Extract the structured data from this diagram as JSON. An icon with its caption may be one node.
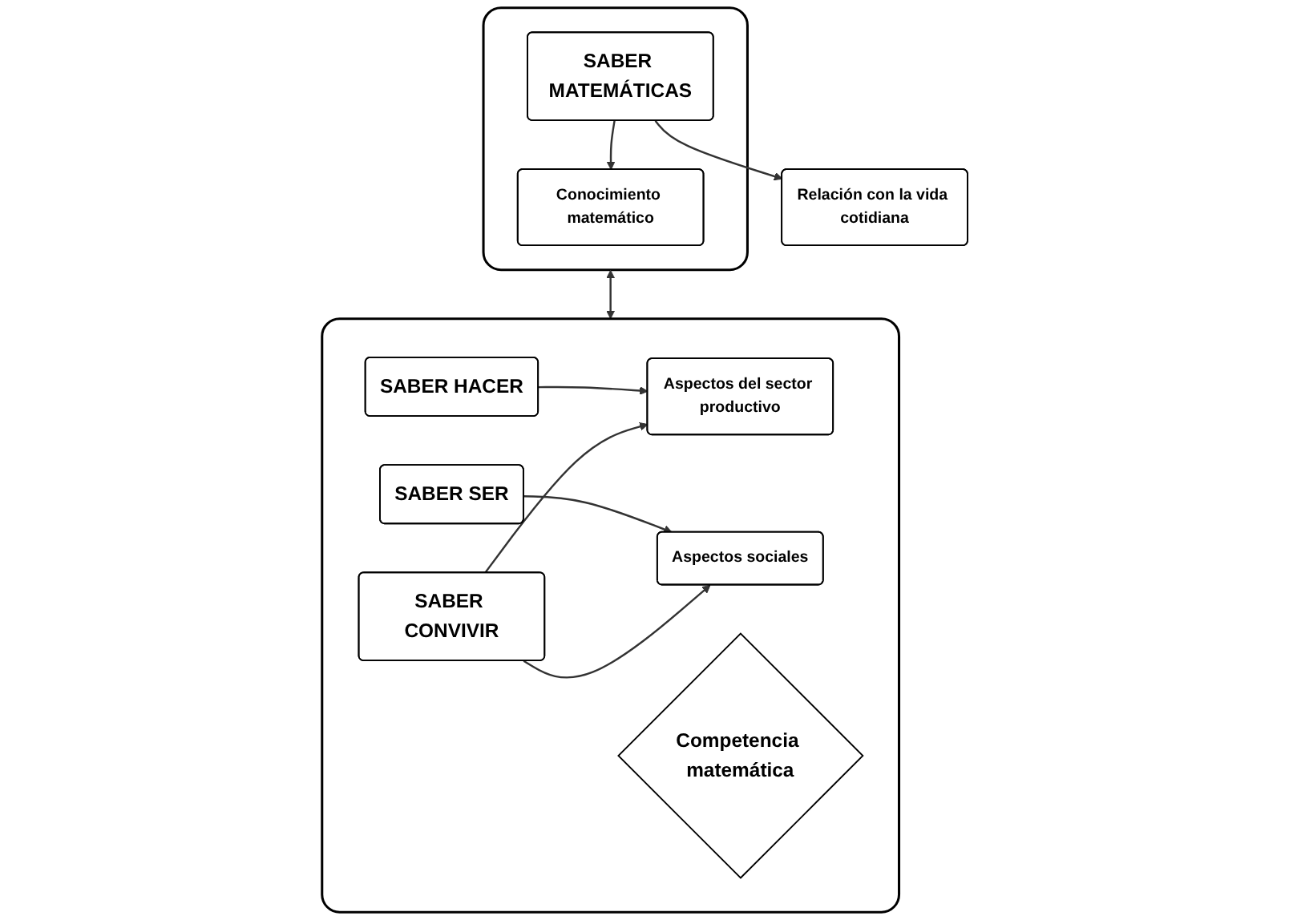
{
  "diagram": {
    "nodes": [
      {
        "text": [],
        "shape": "box"
      },
      {
        "text": [
          "Conocimiento matemático"
        ],
        "in": 0
      },
      {
        "text": [
          "SABER MATEMÁTICAS"
        ],
        "in": 0
      },
      {
        "text": [
          "Relación con la vida cotidiana"
        ]
      },
      {
        "text": [],
        "shape": "box"
      },
      {
        "text": [
          "SABER HACER"
        ],
        "in": 4
      },
      {
        "text": [
          "Competencia matemática"
        ],
        "in": 4
      },
      {
        "text": [
          "SABER SER"
        ],
        "in": 4
      },
      {
        "text": [
          "Aspectos del sector productivo"
        ],
        "in": 4
      },
      {
        "text": [
          "SABER CONVIVIR"
        ],
        "in": 4
      },
      {
        "text": [
          "Aspectos sociales"
        ],
        "in": 4
      }
    ],
    "edges": [
      {
        "from": 2,
        "to": 1,
        "arrow": "to"
      },
      {
        "from": 2,
        "to": 3,
        "arrow": "to"
      },
      {
        "from": 0,
        "to": 4,
        "arrow": "both"
      },
      {
        "from": 5,
        "to": 8,
        "arrow": "to"
      },
      {
        "from": 7,
        "to": 10,
        "arrow": "to"
      },
      {
        "from": 9,
        "to": 8,
        "arrow": "to"
      },
      {
        "from": 9,
        "to": 10,
        "arrow": "to"
      }
    ]
  }
}
